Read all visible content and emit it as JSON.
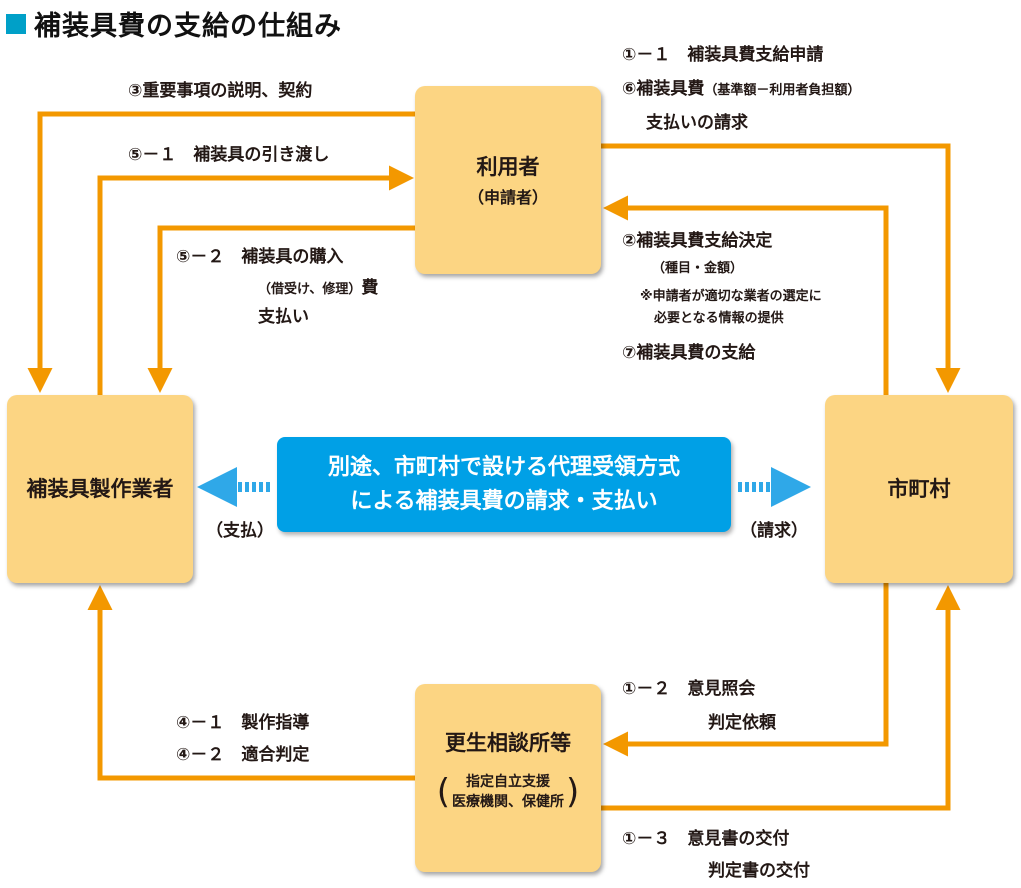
{
  "title": "補装具費の支給の仕組み",
  "nodes": {
    "user": {
      "name": "利用者",
      "sub": "（申請者）"
    },
    "maker": {
      "name": "補装具製作業者"
    },
    "city": {
      "name": "市町村"
    },
    "center": {
      "name": "更生相談所等",
      "sub_line1": "指定自立支援",
      "sub_line2": "医療機関、保健所"
    }
  },
  "banner": {
    "line1": "別途、市町村で設ける代理受領方式",
    "line2": "による補装具費の請求・支払い"
  },
  "side_labels": {
    "pay": "（支払）",
    "claim": "（請求）"
  },
  "steps": {
    "s1_1": "①－１　補装具費支給申請",
    "s6_a": "⑥補装具費",
    "s6_b": "（基準額－利用者負担額）",
    "s6_c": "支払いの請求",
    "s3": "③重要事項の説明、契約",
    "s5_1": "⑤－１　補装具の引き渡し",
    "s5_2a": "⑤－２　補装具の購入",
    "s5_2b": "（借受け、修理）",
    "s5_2c": "費",
    "s5_2d": "支払い",
    "s2_a": "②補装具費支給決定",
    "s2_b": "（種目・金額）",
    "s2_note1": "※申請者が適切な業者の選定に",
    "s2_note2": "必要となる情報の提供",
    "s7": "⑦補装具費の支給",
    "s1_2a": "①－２　意見照会",
    "s1_2b": "判定依頼",
    "s4_1": "④－１　製作指導",
    "s4_2": "④－２　適合判定",
    "s1_3a": "①－３　意見書の交付",
    "s1_3b": "判定書の交付"
  },
  "colors": {
    "arrow": "#f39800",
    "box": "#fcd583",
    "banner": "#00a0e6",
    "title_square": "#00a0c8"
  }
}
